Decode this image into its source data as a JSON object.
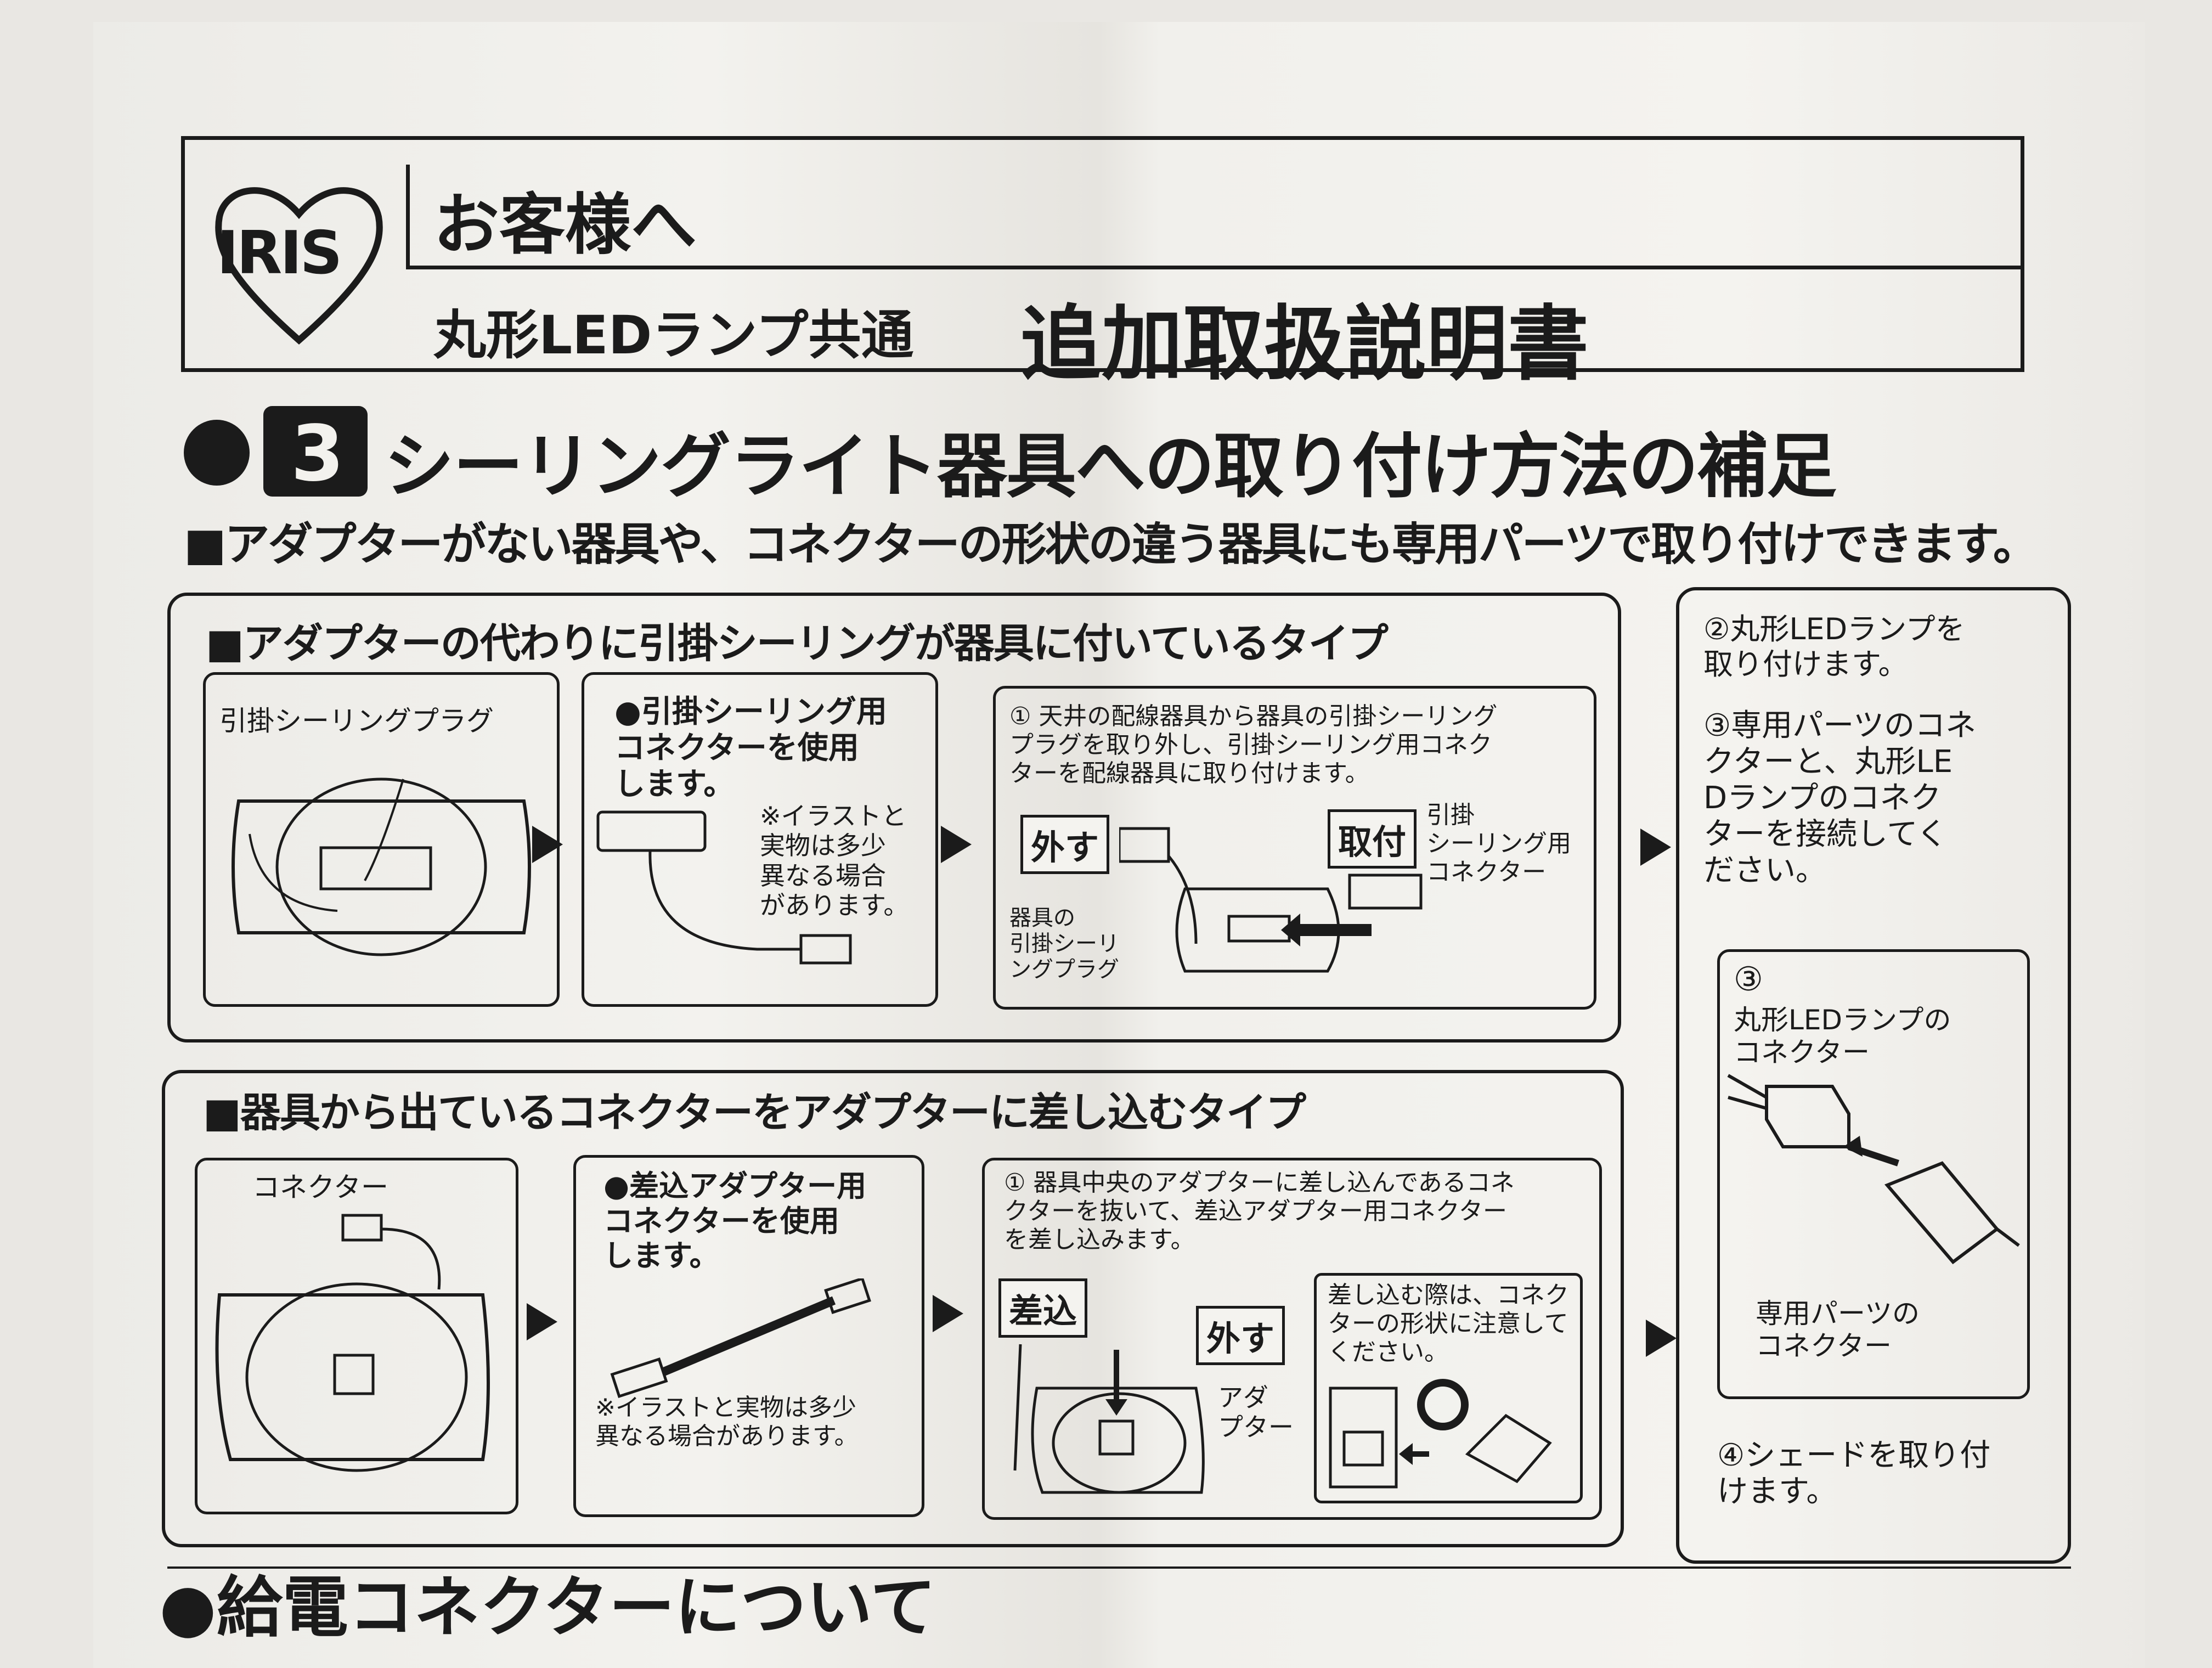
{
  "header": {
    "brand": "IRIS",
    "greeting": "お客様へ",
    "subtitle_prefix": "丸形LEDランプ共通",
    "subtitle_main": "追加取扱説明書"
  },
  "section3": {
    "number": "3",
    "title": "シーリングライト器具への取り付け方法の補足",
    "intro": "■アダプターがない器具や、コネクターの形状の違う器具にも専用パーツで取り付けできます。"
  },
  "type_a": {
    "heading": "■アダプターの代わりに引掛シーリングが器具に付いているタイプ",
    "panel1_label": "引掛シーリングプラグ",
    "panel2_title": "●引掛シーリング用\nコネクターを使用\nします。",
    "panel2_note": "※イラストと\n実物は多少\n異なる場合\nがあります。",
    "panel3_step": "① 天井の配線器具から器具の引掛シーリング\nプラグを取り外し、引掛シーリング用コネク\nターを配線器具に取り付けます。",
    "panel3_tag_remove": "外す",
    "panel3_tag_attach": "取付",
    "panel3_label_left": "器具の\n引掛シーリ\nングプラグ",
    "panel3_label_right": "引掛\nシーリング用\nコネクター"
  },
  "type_b": {
    "heading": "■器具から出ているコネクターをアダプターに差し込むタイプ",
    "panel1_label": "コネクター",
    "panel2_title": "●差込アダプター用\nコネクターを使用\nします。",
    "panel2_note": "※イラストと実物は多少\n異なる場合があります。",
    "panel3_step": "① 器具中央のアダプターに差し込んであるコネ\nクターを抜いて、差込アダプター用コネクター\nを差し込みます。",
    "panel3_tag_insert": "差込",
    "panel3_tag_remove": "外す",
    "panel3_label_adapter": "アダ\nプター",
    "panel3_note": "差し込む際は、コネク\nターの形状に注意して\nください。"
  },
  "right_column": {
    "step2": "②丸形LEDランプを\n取り付けます。",
    "step3": "③専用パーツのコネ\nクターと、丸形LE\nDランプのコネク\nターを接続してく\nださい。",
    "inset_number": "③",
    "inset_label_top": "丸形LEDランプの\nコネクター",
    "inset_label_bottom": "専用パーツの\nコネクター",
    "step4": "④シェードを取り付\nけます。"
  },
  "footer": {
    "heading": "●給電コネクターについて"
  }
}
